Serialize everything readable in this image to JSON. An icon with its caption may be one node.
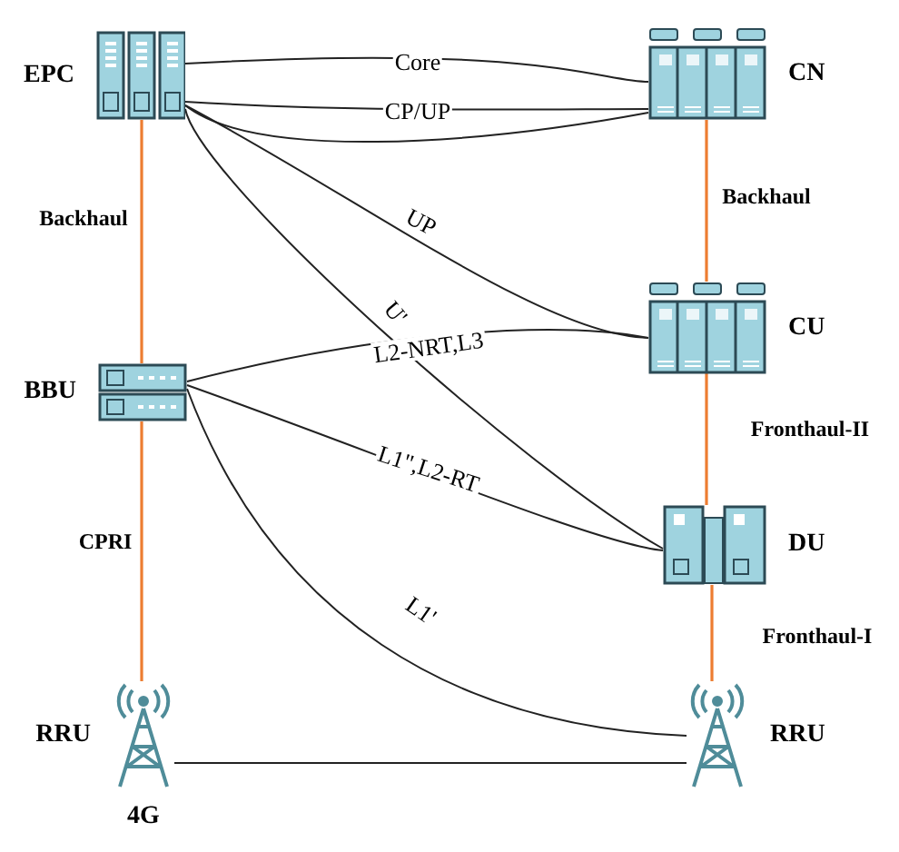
{
  "diagram": {
    "nodes": [
      {
        "text": [
          "EPC"
        ]
      },
      {
        "text": [
          "CN"
        ]
      },
      {
        "text": [
          "BBU"
        ]
      },
      {
        "text": [
          "CU"
        ]
      },
      {
        "text": [
          "DU"
        ]
      },
      {
        "text": [
          "RRU"
        ],
        "beside": [
          "4G"
        ]
      },
      {
        "text": [
          "RRU"
        ]
      }
    ],
    "edges": [
      {
        "from": 0,
        "to": 1,
        "arrow": "none",
        "label": "Core"
      },
      {
        "from": 0,
        "to": 1,
        "arrow": "none",
        "label": "CP/UP"
      },
      {
        "from": 0,
        "to": 1,
        "arrow": "none"
      },
      {
        "from": 0,
        "to": 3,
        "arrow": "none",
        "label": "UP"
      },
      {
        "from": 0,
        "to": 4,
        "arrow": "none",
        "label": "U'"
      },
      {
        "from": 2,
        "to": 3,
        "arrow": "none",
        "label": "L2-NRT,L3"
      },
      {
        "from": 2,
        "to": 4,
        "arrow": "none",
        "label": "L1\",L2-RT"
      },
      {
        "from": 2,
        "to": 6,
        "arrow": "none",
        "label": "L1'"
      },
      {
        "from": 5,
        "to": 6,
        "arrow": "none"
      },
      {
        "from": 0,
        "to": 2,
        "arrow": "none",
        "label": "Backhaul",
        "color": "#ed7d31"
      },
      {
        "from": 1,
        "to": 3,
        "arrow": "none",
        "label": "Backhaul",
        "color": "#ed7d31"
      },
      {
        "from": 3,
        "to": 4,
        "arrow": "none",
        "label": "Fronthaul-II",
        "color": "#ed7d31"
      },
      {
        "from": 4,
        "to": 6,
        "arrow": "none",
        "label": "Fronthaul-I",
        "color": "#ed7d31"
      },
      {
        "from": 2,
        "to": 5,
        "arrow": "none",
        "label": "CPRI",
        "color": "#ed7d31"
      }
    ]
  }
}
